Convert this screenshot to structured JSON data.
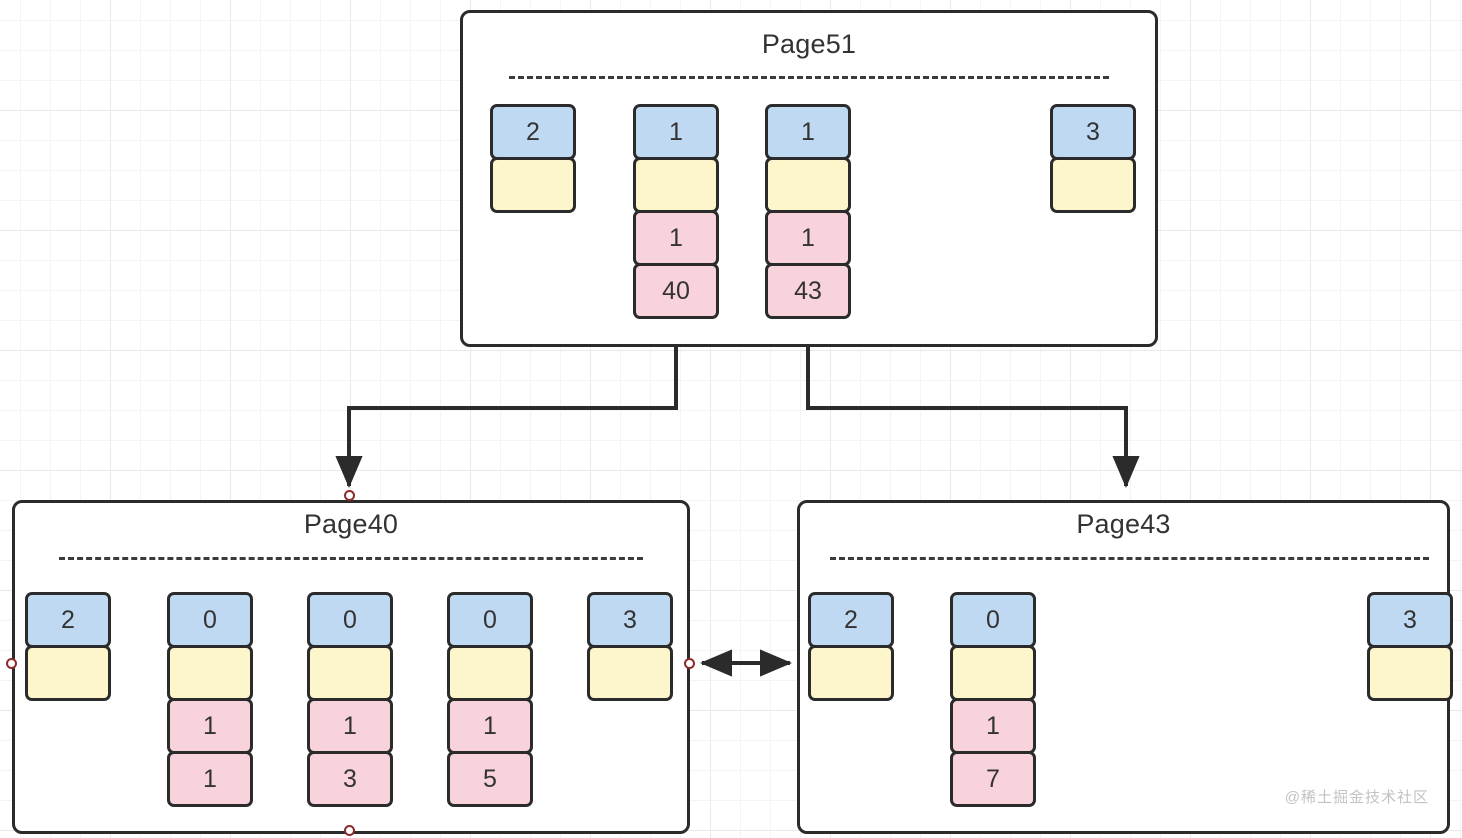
{
  "diagram": {
    "type": "btree-page-linked-list",
    "watermark": "@稀土掘金技术社区",
    "colors": {
      "cell_blue": "#bfd9f2",
      "cell_yellow": "#fdf6cd",
      "cell_pink": "#f8d3dc",
      "stroke": "#2b2b2b",
      "endpoint_red": "#8c2b2b",
      "grid_minor": "#f4f4f4",
      "grid_major": "#e9e9e9"
    },
    "pages": [
      {
        "id": "page51",
        "title": "Page51",
        "slots": [
          {
            "name": "slot-0",
            "blue": "2",
            "yellow": "",
            "pink": []
          },
          {
            "name": "slot-1",
            "blue": "1",
            "yellow": "",
            "pink": [
              "1",
              "40"
            ]
          },
          {
            "name": "slot-2",
            "blue": "1",
            "yellow": "",
            "pink": [
              "1",
              "43"
            ]
          },
          {
            "name": "slot-3",
            "blue": "3",
            "yellow": "",
            "pink": []
          }
        ]
      },
      {
        "id": "page40",
        "title": "Page40",
        "slots": [
          {
            "name": "slot-0",
            "blue": "2",
            "yellow": "",
            "pink": []
          },
          {
            "name": "slot-1",
            "blue": "0",
            "yellow": "",
            "pink": [
              "1",
              "1"
            ]
          },
          {
            "name": "slot-2",
            "blue": "0",
            "yellow": "",
            "pink": [
              "1",
              "3"
            ]
          },
          {
            "name": "slot-3",
            "blue": "0",
            "yellow": "",
            "pink": [
              "1",
              "5"
            ]
          },
          {
            "name": "slot-4",
            "blue": "3",
            "yellow": "",
            "pink": []
          }
        ]
      },
      {
        "id": "page43",
        "title": "Page43",
        "slots": [
          {
            "name": "slot-0",
            "blue": "2",
            "yellow": "",
            "pink": []
          },
          {
            "name": "slot-1",
            "blue": "0",
            "yellow": "",
            "pink": [
              "1",
              "7"
            ]
          },
          {
            "name": "slot-2",
            "blue": "3",
            "yellow": "",
            "pink": []
          }
        ]
      }
    ],
    "links": [
      {
        "name": "page51-slot1-to-page40",
        "from": "page51.slot-1",
        "to": "page40",
        "style": "orthogonal-arrow"
      },
      {
        "name": "page51-slot2-to-page43",
        "from": "page51.slot-2",
        "to": "page43",
        "style": "orthogonal-arrow"
      },
      {
        "name": "page40-to-page43-sibling",
        "from": "page40",
        "to": "page43",
        "style": "bidirectional-arrow"
      }
    ]
  }
}
